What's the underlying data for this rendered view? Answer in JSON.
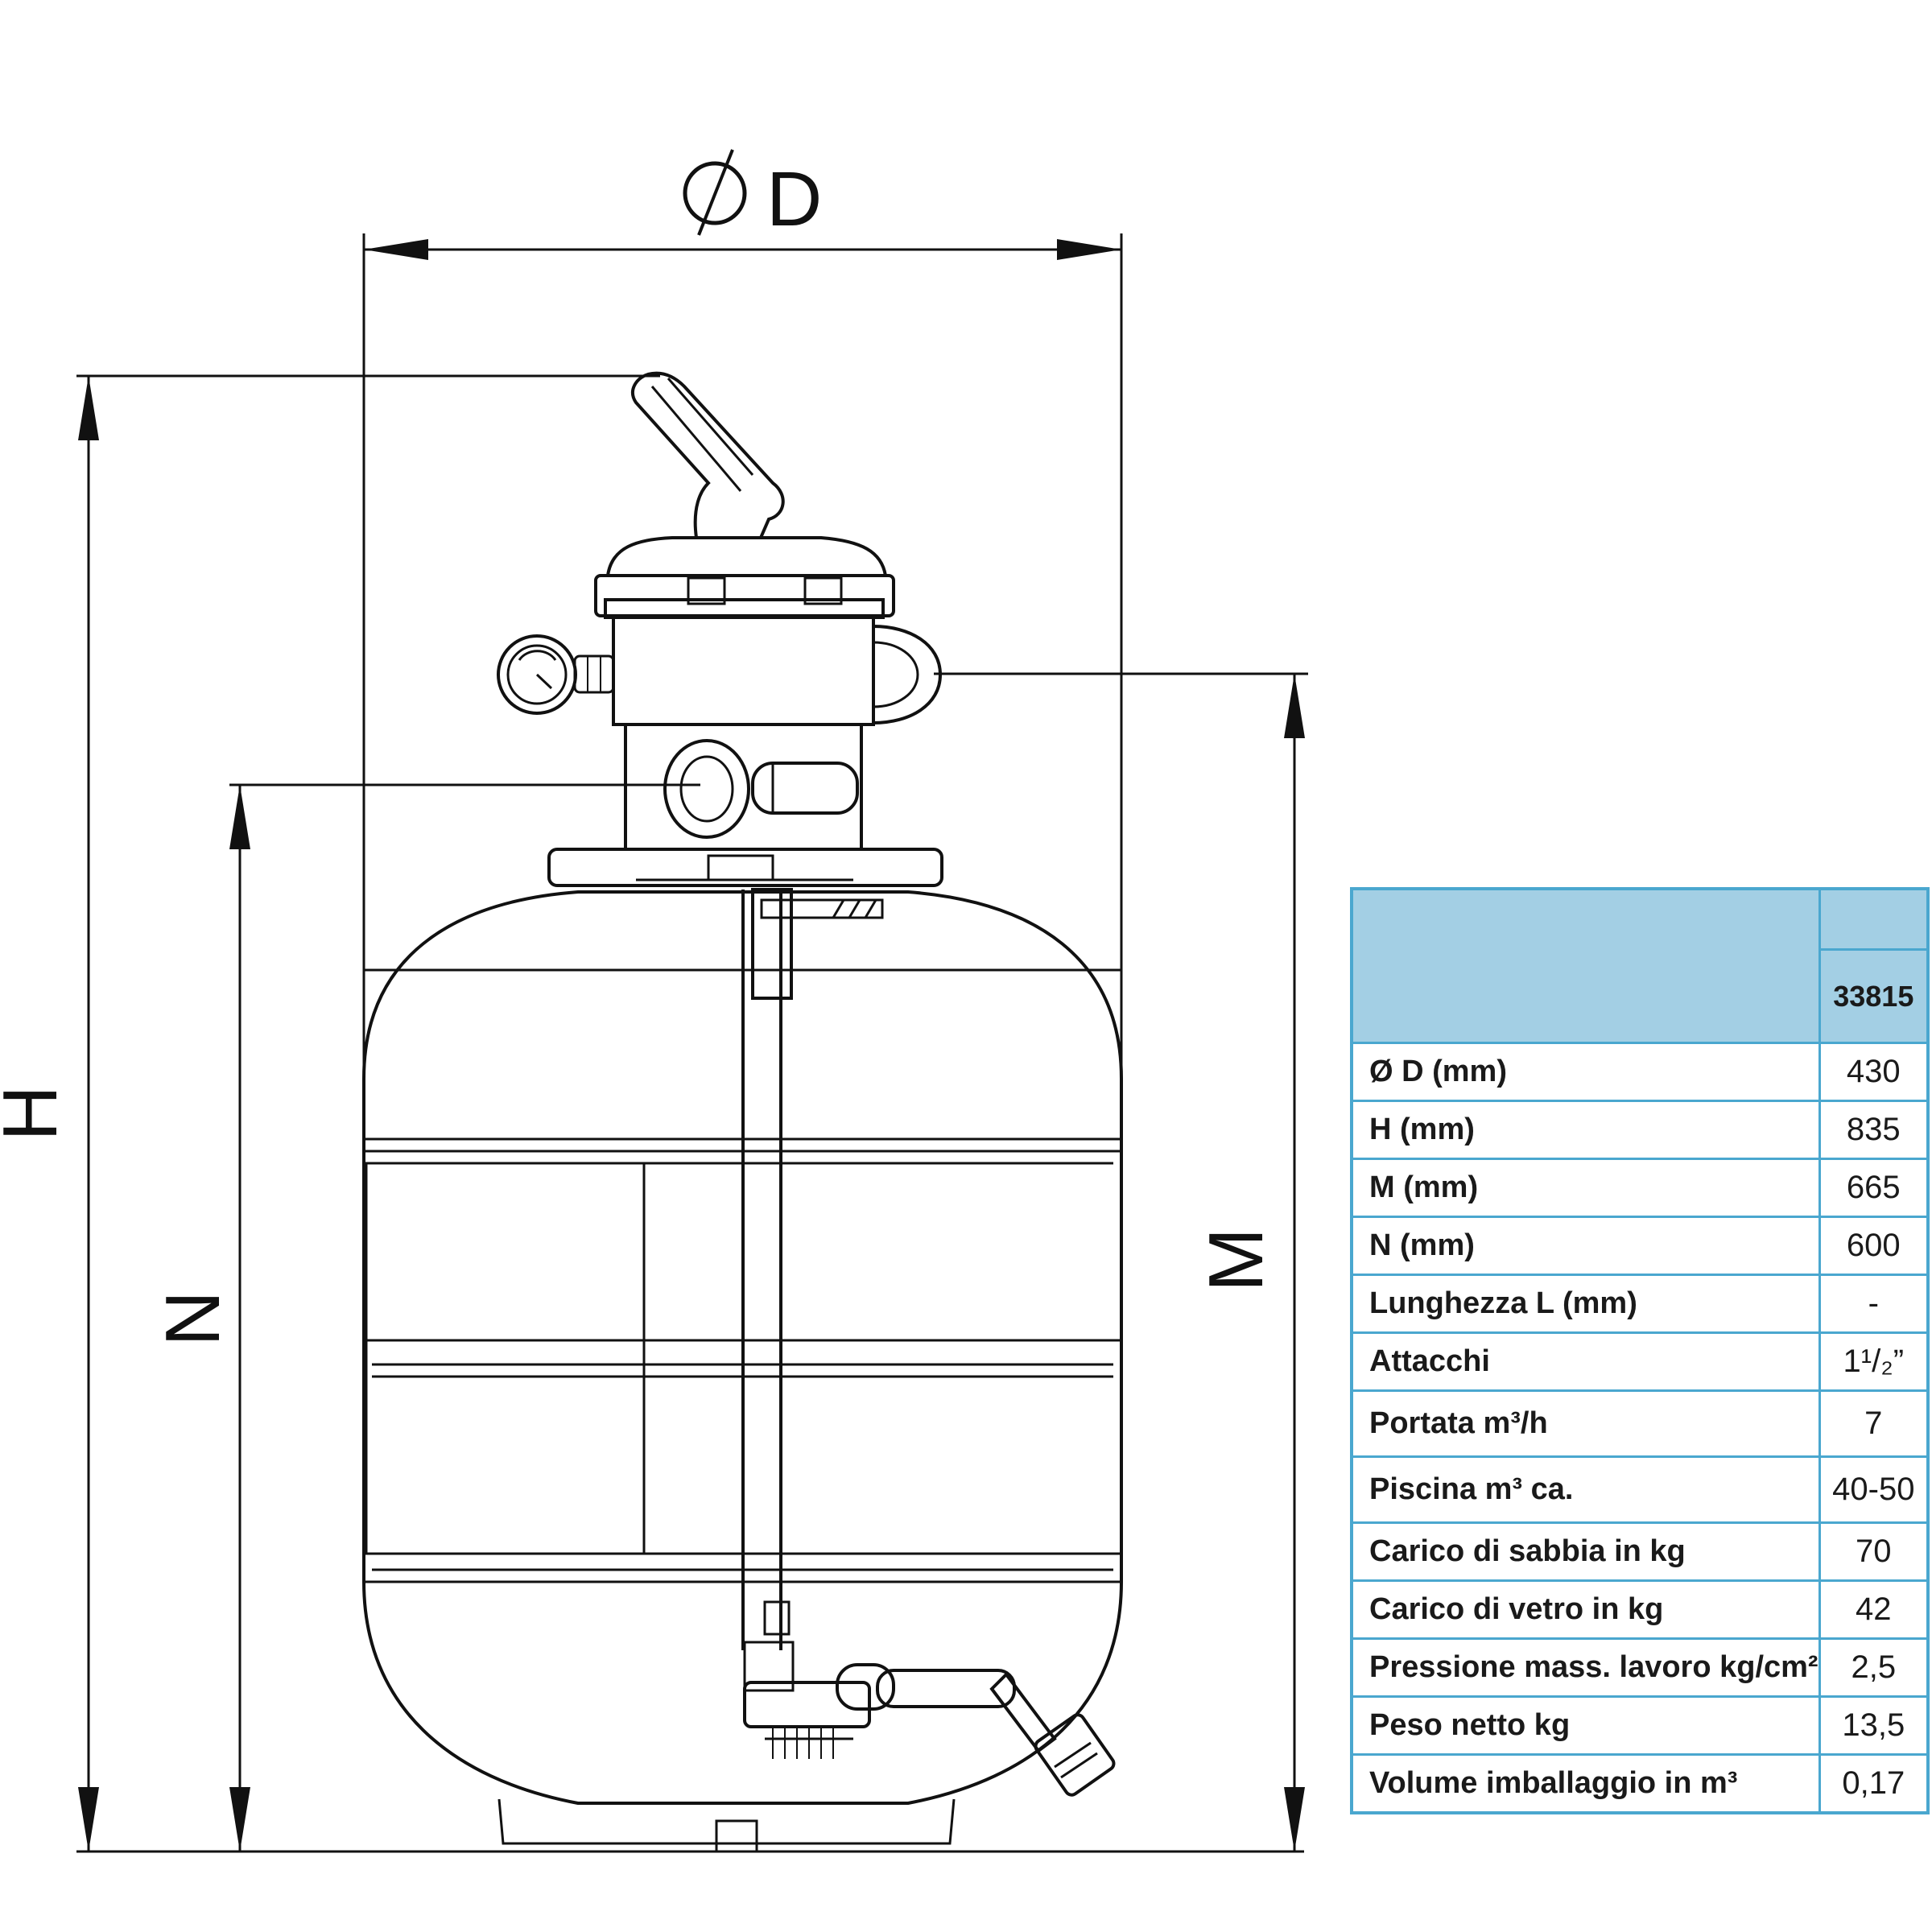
{
  "dimensions": {
    "diameter_label": "D",
    "height_label": "H",
    "m_label": "M",
    "n_label": "N"
  },
  "table": {
    "model_code": "33815",
    "rows": [
      {
        "label": "Ø D (mm)",
        "value": "430"
      },
      {
        "label": "H (mm)",
        "value": "835"
      },
      {
        "label": "M (mm)",
        "value": "665"
      },
      {
        "label": "N (mm)",
        "value": "600"
      },
      {
        "label": "Lunghezza L (mm)",
        "value": "-"
      },
      {
        "label": "Attacchi",
        "value": "1¹/₂”"
      },
      {
        "label": "Portata m³/h",
        "value": "7"
      },
      {
        "label": "Piscina m³ ca.",
        "value": "40-50"
      },
      {
        "label": "Carico di sabbia in kg",
        "value": "70"
      },
      {
        "label": "Carico di vetro in kg",
        "value": "42"
      },
      {
        "label": "Pressione mass. lavoro kg/cm²",
        "value": "2,5"
      },
      {
        "label": "Peso netto kg",
        "value": "13,5"
      },
      {
        "label": "Volume imballaggio in m³",
        "value": "0,17"
      }
    ]
  }
}
